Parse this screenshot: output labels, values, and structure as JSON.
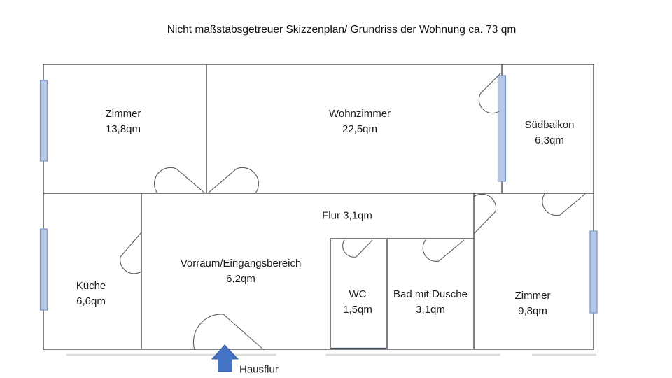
{
  "title": {
    "underlined": "Nicht maßstabsgetreuer",
    "rest": " Skizzenplan/ Grundriss der Wohnung ca. 73 qm"
  },
  "rooms": {
    "zimmer_links": {
      "name": "Zimmer",
      "area": "13,8qm"
    },
    "wohnzimmer": {
      "name": "Wohnzimmer",
      "area": "22,5qm"
    },
    "suedbalkon": {
      "name": "Südbalkon",
      "area": "6,3qm"
    },
    "flur": {
      "label": "Flur 3,1qm"
    },
    "kueche": {
      "name": "Küche",
      "area": "6,6qm"
    },
    "vorraum": {
      "name": "Vorraum/Eingangsbereich",
      "area": "6,2qm"
    },
    "wc": {
      "name": "WC",
      "area": "1,5qm"
    },
    "bad": {
      "name": "Bad mit Dusche",
      "area": "3,1qm"
    },
    "zimmer_rechts": {
      "name": "Zimmer",
      "area": "9,8qm"
    }
  },
  "entrance": {
    "label": "Hausflur"
  },
  "colors": {
    "window_fill": "#b6c8e8",
    "window_border": "#7d97c6",
    "arrow_fill": "#4472c4",
    "arrow_border": "#3660a8",
    "wall": "#47494d",
    "door": "#5a5a5a"
  }
}
